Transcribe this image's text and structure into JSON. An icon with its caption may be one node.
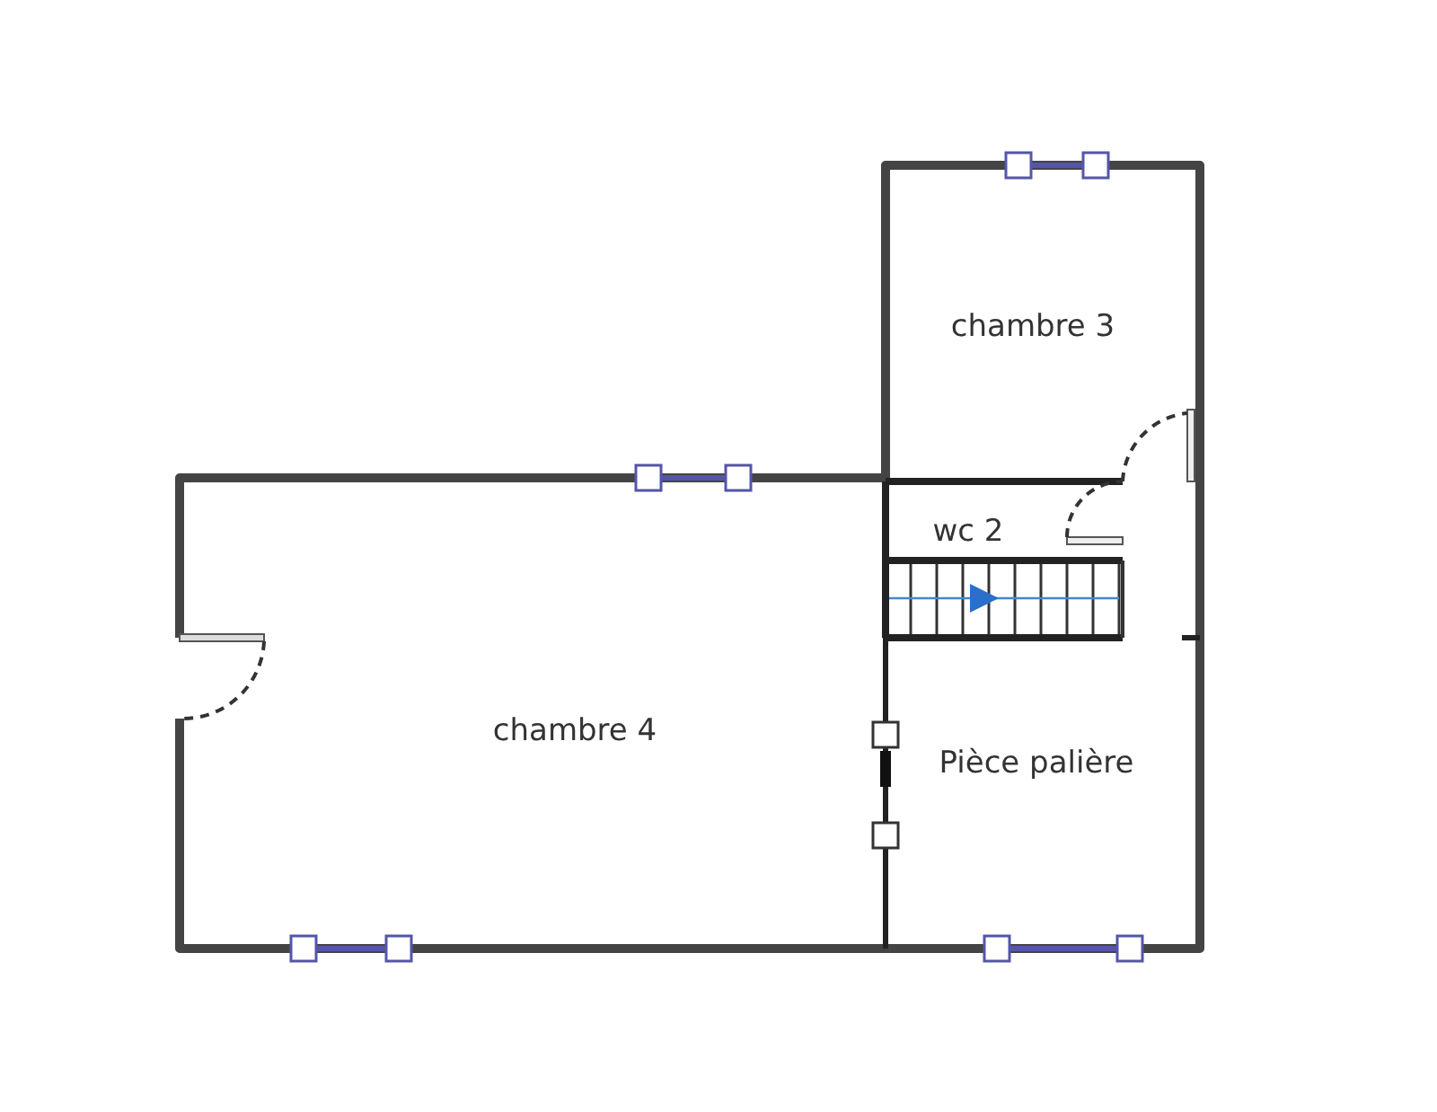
{
  "diagram": {
    "nodes": [
      {
        "text": [
          "chambre 3"
        ]
      },
      {
        "text": [
          "wc 2"
        ]
      },
      {
        "text": [
          "chambre 4"
        ]
      },
      {
        "text": [
          "Pièce palière"
        ]
      }
    ]
  }
}
